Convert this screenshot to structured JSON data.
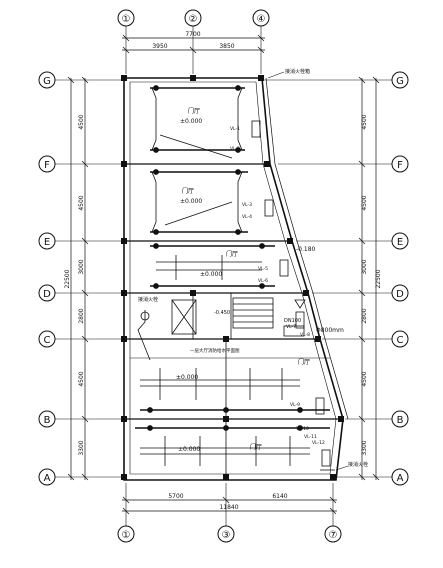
{
  "colors": {
    "ink": "#111111",
    "paper": "#ffffff"
  },
  "grid": {
    "columns": [
      "①",
      "②",
      "④",
      "③",
      "⑦"
    ],
    "rows": [
      "G",
      "F",
      "E",
      "D",
      "C",
      "B",
      "A"
    ]
  },
  "dimensions": {
    "top_total": "7700",
    "top_left": "3950",
    "top_right": "3850",
    "bottom_left": "5700",
    "bottom_right": "6140",
    "bottom_total": "11840",
    "left_segments": [
      "4500",
      "4500",
      "3000",
      "2800",
      "4500",
      "3300"
    ],
    "left_total": "22500",
    "right_segments": [
      "4500",
      "4500",
      "3000",
      "2800",
      "4500",
      "3300"
    ],
    "right_total": "22500"
  },
  "labels": {
    "top_note": "接消火栓箱",
    "room_1": "门厅",
    "room_2": "门厅",
    "room_3": "门厅",
    "room_4": "门厅",
    "room_5": "门厅",
    "elev_1": "±0.000",
    "elev_2": "±0.000",
    "elev_3": "±0.000",
    "elev_4": "±0.000",
    "elev_5": "±0.000",
    "elev_mid": "-0.450",
    "level_e": "-0.180",
    "stair_note": "接消火栓",
    "pipe_note": "DN100",
    "size_note": "Φ800mm",
    "corridor_note": "一层大厅消防给水平面图",
    "bottom_note": "接消火栓",
    "valve_tags": [
      "VL-1",
      "VL-2",
      "VL-3",
      "VL-4",
      "VL-5",
      "VL-6",
      "VL-7",
      "VL-8",
      "VL-9",
      "VL-10",
      "VL-11",
      "VL-12"
    ]
  }
}
